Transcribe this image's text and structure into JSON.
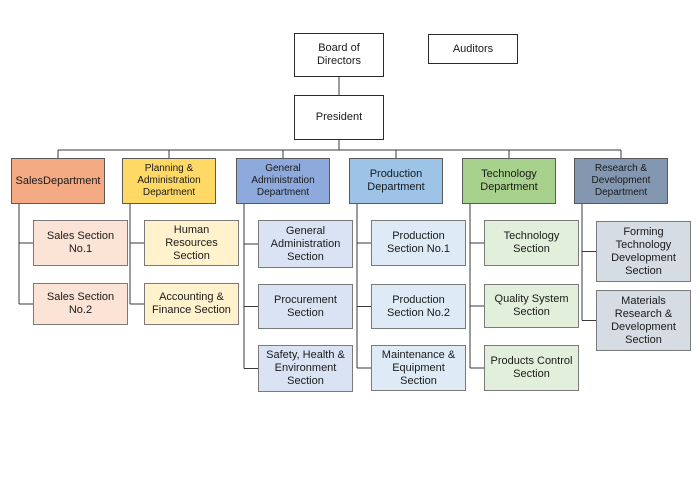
{
  "board": "Board of\nDirectors",
  "auditors": "Auditors",
  "president": "President",
  "colors": {
    "line": "#3a3a3a",
    "sales": {
      "dept": "#f4ab84",
      "section": "#fbe4d6"
    },
    "planning": {
      "dept": "#ffd966",
      "section": "#fff2cc"
    },
    "general": {
      "dept": "#8ea9db",
      "section": "#dae3f3"
    },
    "production": {
      "dept": "#9dc3e6",
      "section": "#deebf7"
    },
    "technology": {
      "dept": "#a9d18e",
      "section": "#e2efda"
    },
    "research": {
      "dept": "#8497b0",
      "section": "#d6dce4"
    }
  },
  "departments": [
    {
      "key": "sales",
      "label": "SalesDepartment",
      "sections": [
        "Sales  Section\nNo.1",
        "Sales  Section\nNo.2"
      ]
    },
    {
      "key": "planning",
      "label": "Planning &\nAdministration\nDepartment",
      "sections": [
        "Human Resources\nSection",
        "Accounting &\nFinance Section"
      ]
    },
    {
      "key": "general",
      "label": "General\nAdministration\nDepartment",
      "sections": [
        "General\nAdministration\nSection",
        "Procurement\nSection",
        "Safety, Health &\nEnvironment\nSection"
      ]
    },
    {
      "key": "production",
      "label": "Production\nDepartment",
      "sections": [
        "Production\nSection No.1",
        "Production\nSection No.2",
        "Maintenance &\nEquipment\nSection"
      ]
    },
    {
      "key": "technology",
      "label": "Technology\nDepartment",
      "sections": [
        "Technology\nSection",
        "Quality System\nSection",
        "Products Control\nSection"
      ]
    },
    {
      "key": "research",
      "label": "Research &\nDevelopment\nDepartment",
      "sections": [
        "Forming\nTechnology\nDevelopment\nSection",
        "Materials\nResearch &\nDevelopment\nSection"
      ]
    }
  ]
}
